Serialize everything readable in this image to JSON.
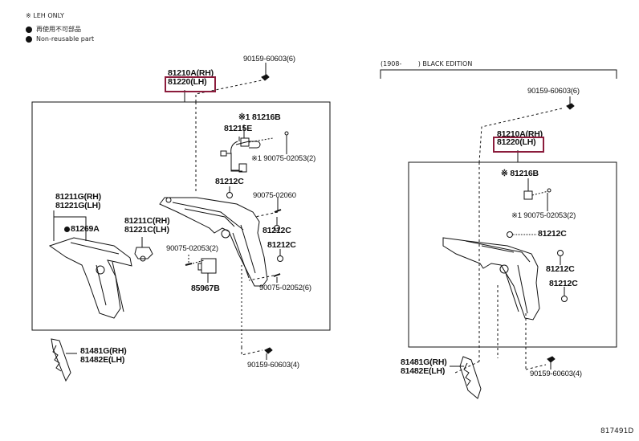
{
  "legend": {
    "note1": "※ LEH ONLY",
    "note2": "再使用不可部品",
    "note3": "Non-reusable part"
  },
  "highlight_color": "#8b1c3c",
  "left_group": {
    "bolt_top": "90159-60603(6)",
    "assembly_rh": "81210A(RH)",
    "assembly_lh": "81220(LH)",
    "socket_mark": "※1",
    "socket": "81216B",
    "wire": "81215E",
    "screw_mark": "※1",
    "screw": "90075-02053(2)",
    "cap_1": "81212C",
    "screw_2": "90075-02060",
    "lens_rh": "81211G(RH)",
    "lens_lh": "81221G(LH)",
    "gasket": "81269A",
    "unit_rh": "81211C(RH)",
    "unit_lh": "81221C(LH)",
    "screw_3": "90075-02053(2)",
    "cap_2": "81212C",
    "cap_3": "81212C",
    "module": "85967B",
    "screw_4": "90075-02052(6)",
    "bolt_bottom": "90159-60603(4)",
    "reflector_rh": "81481G(RH)",
    "reflector_lh": "81482E(LH)"
  },
  "right_group": {
    "header_code": "(1908-        ) BLACK EDITION",
    "bolt_top": "90159-60603(6)",
    "assembly_rh": "81210A(RH)",
    "assembly_lh": "81220(LH)",
    "socket_mark": "※",
    "socket": "81216B",
    "screw_mark": "※1",
    "screw": "90075-02053(2)",
    "cap_1": "81212C",
    "cap_2": "81212C",
    "cap_3": "81212C",
    "reflector_rh": "81481G(RH)",
    "reflector_lh": "81482E(LH)",
    "bolt_bottom": "90159-60603(4)"
  },
  "figure_id": "817491D"
}
